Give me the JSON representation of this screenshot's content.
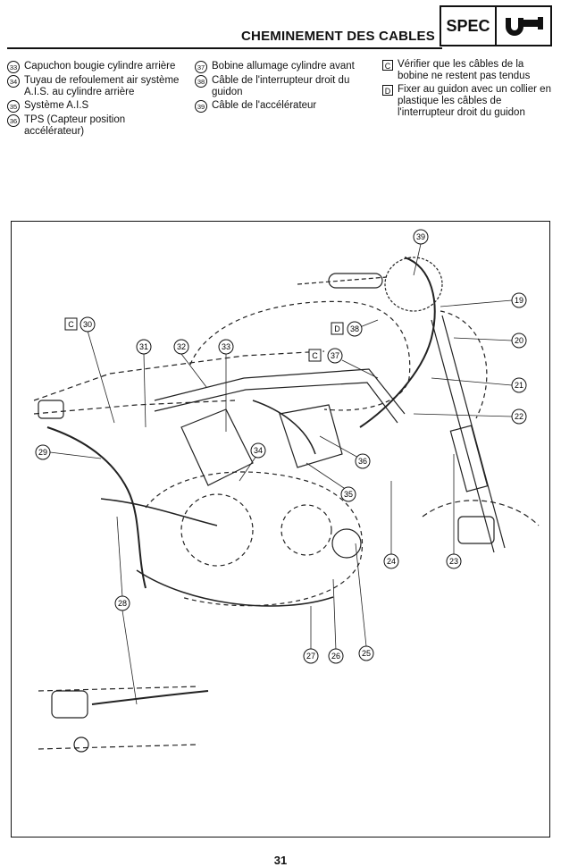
{
  "header": {
    "title": "CHEMINEMENT DES CABLES",
    "badge": "SPEC",
    "icon": "wrench-tool-icon"
  },
  "legend_col1": [
    {
      "num": "33",
      "text": "Capuchon bougie cylindre arrière"
    },
    {
      "num": "34",
      "text": "Tuyau de refoulement air système A.I.S. au cylindre arrière"
    },
    {
      "num": "35",
      "text": "Système A.I.S"
    },
    {
      "num": "36",
      "text": "TPS (Capteur position accélérateur)"
    }
  ],
  "legend_col2": [
    {
      "num": "37",
      "text": "Bobine allumage cylindre avant"
    },
    {
      "num": "38",
      "text": "Câble de l'interrupteur droit du guidon"
    },
    {
      "num": "39",
      "text": "Câble de l'accélérateur"
    }
  ],
  "notes": [
    {
      "letter": "C",
      "text": "Vérifier que les câbles de la bobine ne restent pas tendus"
    },
    {
      "letter": "D",
      "text": "Fixer au guidon avec un collier en plastique les câbles de l'interrupteur droit du guidon"
    }
  ],
  "diagram": {
    "callouts": [
      "19",
      "20",
      "21",
      "22",
      "23",
      "24",
      "25",
      "26",
      "27",
      "28",
      "29",
      "30",
      "31",
      "32",
      "33",
      "34",
      "35",
      "36",
      "37",
      "38",
      "39"
    ],
    "letters": [
      "C",
      "C",
      "D"
    ]
  },
  "page_number": "31"
}
